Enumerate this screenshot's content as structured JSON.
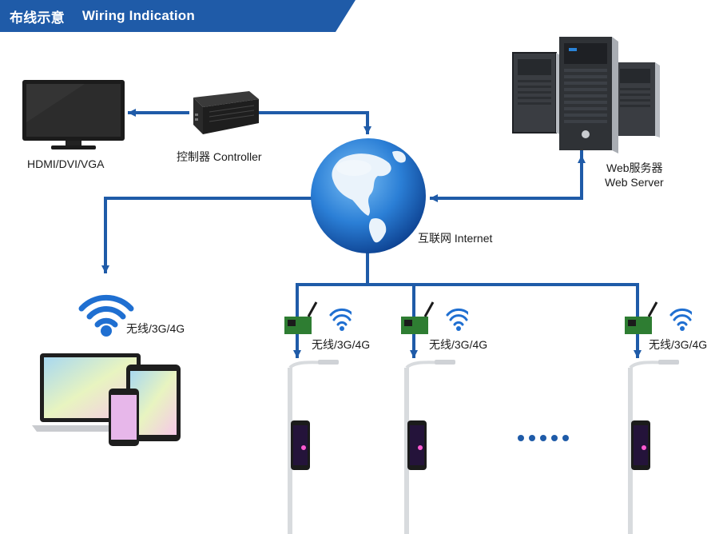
{
  "header": {
    "title_cn": "布线示意",
    "title_en": "Wiring Indication",
    "band_color": "#1f5ba8"
  },
  "nodes": {
    "monitor": {
      "label": "HDMI/DVI/VGA",
      "icon": "monitor-icon"
    },
    "controller": {
      "label": "控制器 Controller",
      "icon": "controller-box-icon"
    },
    "internet": {
      "label": "互联网 Internet",
      "icon": "globe-icon"
    },
    "server": {
      "label_cn": "Web服务器",
      "label_en": "Web Server",
      "icon": "server-tower-icon"
    },
    "mobile": {
      "label": "无线/3G/4G",
      "icon": "wifi-icon"
    },
    "poles": [
      {
        "label": "无线/3G/4G",
        "icon": "pole-display-icon"
      },
      {
        "label": "无线/3G/4G",
        "icon": "pole-display-icon"
      },
      {
        "label": "无线/3G/4G",
        "icon": "pole-display-icon"
      }
    ]
  },
  "colors": {
    "line": "#1f5ba8",
    "wifi": "#1f6fd1",
    "globe_ocean": "#2b7fd6",
    "globe_land": "#e9f2fb"
  }
}
